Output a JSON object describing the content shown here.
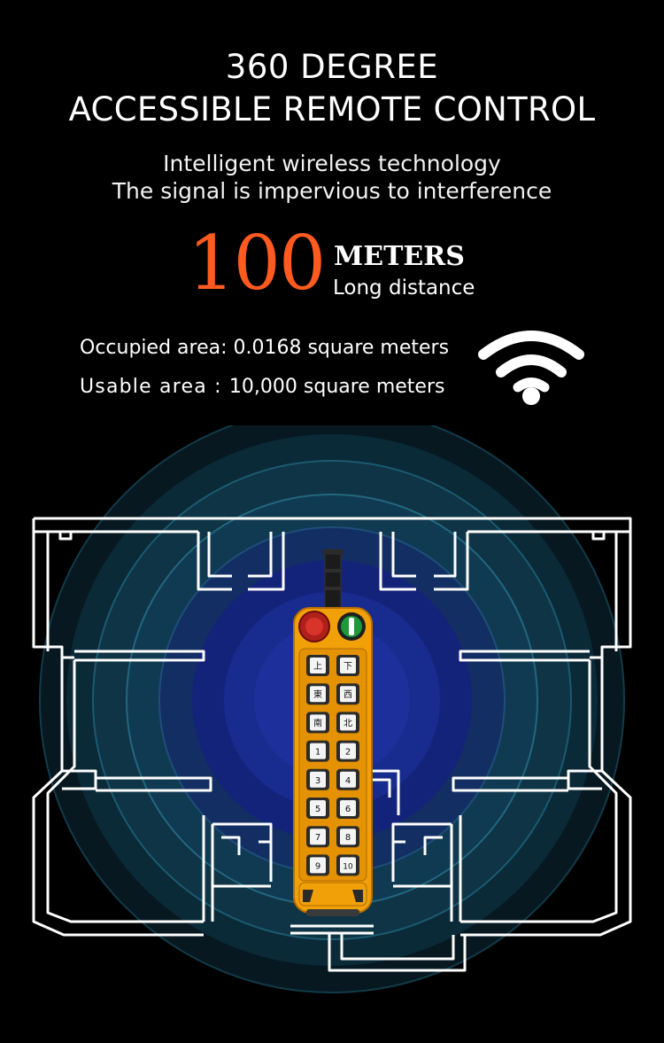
{
  "heading": {
    "line1": "360 DEGREE",
    "line2": "ACCESSIBLE REMOTE CONTROL"
  },
  "subheading": {
    "line1": "Intelligent wireless technology",
    "line2": "The signal is impervious to interference"
  },
  "distance": {
    "value": "100",
    "unit": "METERS",
    "caption": "Long distance"
  },
  "specs": {
    "occupied_label": "Occupied area: ",
    "occupied_value": "0.0168 square meters",
    "usable_label": "Usable area : ",
    "usable_value": "10,000 square meters"
  },
  "remote": {
    "buttons": [
      [
        "上",
        "下"
      ],
      [
        "東",
        "西"
      ],
      [
        "南",
        "北"
      ],
      [
        "1",
        "2"
      ],
      [
        "3",
        "4"
      ],
      [
        "5",
        "6"
      ],
      [
        "7",
        "8"
      ],
      [
        "9",
        "10"
      ]
    ]
  },
  "colors": {
    "accent": "#ff5a1f",
    "remote_body": "#f2a007",
    "ring_glow": "#2a6f8a",
    "center_blue": "#1d2a8a"
  },
  "icons": {
    "signal": "wifi-icon"
  }
}
